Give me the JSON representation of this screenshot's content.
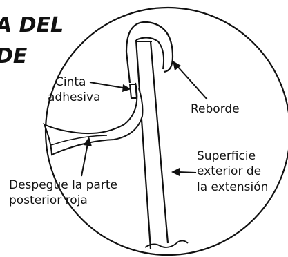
{
  "heading": {
    "line1": "A DEL",
    "line2": "DE"
  },
  "labels": {
    "tape_line1": "Cinta",
    "tape_line2": "adhesiva",
    "rim": "Reborde",
    "surface_line1": "Superficie",
    "surface_line2": "exterior de",
    "surface_line3": "la extensión",
    "peel_line1": "Despegue la parte",
    "peel_line2": "posterior roja"
  }
}
